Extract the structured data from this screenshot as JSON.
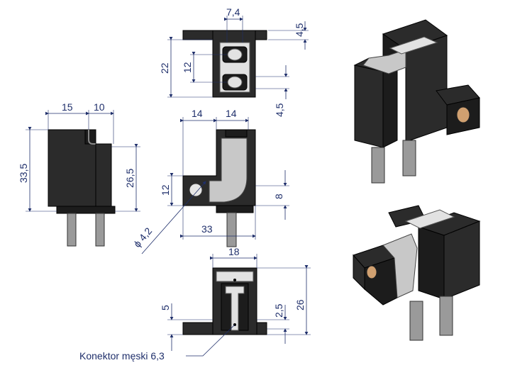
{
  "dimensions": {
    "top_view": {
      "width_7_4": "7,4",
      "height_4_5_top": "4,5",
      "height_22": "22",
      "height_12": "12",
      "height_4_5_bottom": "4,5"
    },
    "side_view": {
      "width_15": "15",
      "width_10": "10",
      "height_33_5": "33,5",
      "height_26_5": "26,5"
    },
    "front_view": {
      "width_14_left": "14",
      "width_14_right": "14",
      "height_12": "12",
      "height_8": "8",
      "diameter": "ϕ 4,2",
      "width_33": "33"
    },
    "bottom_view": {
      "width_18": "18",
      "height_5": "5",
      "height_2_5": "2,5",
      "height_26": "26"
    }
  },
  "caption": "Konektor męski 6,3"
}
